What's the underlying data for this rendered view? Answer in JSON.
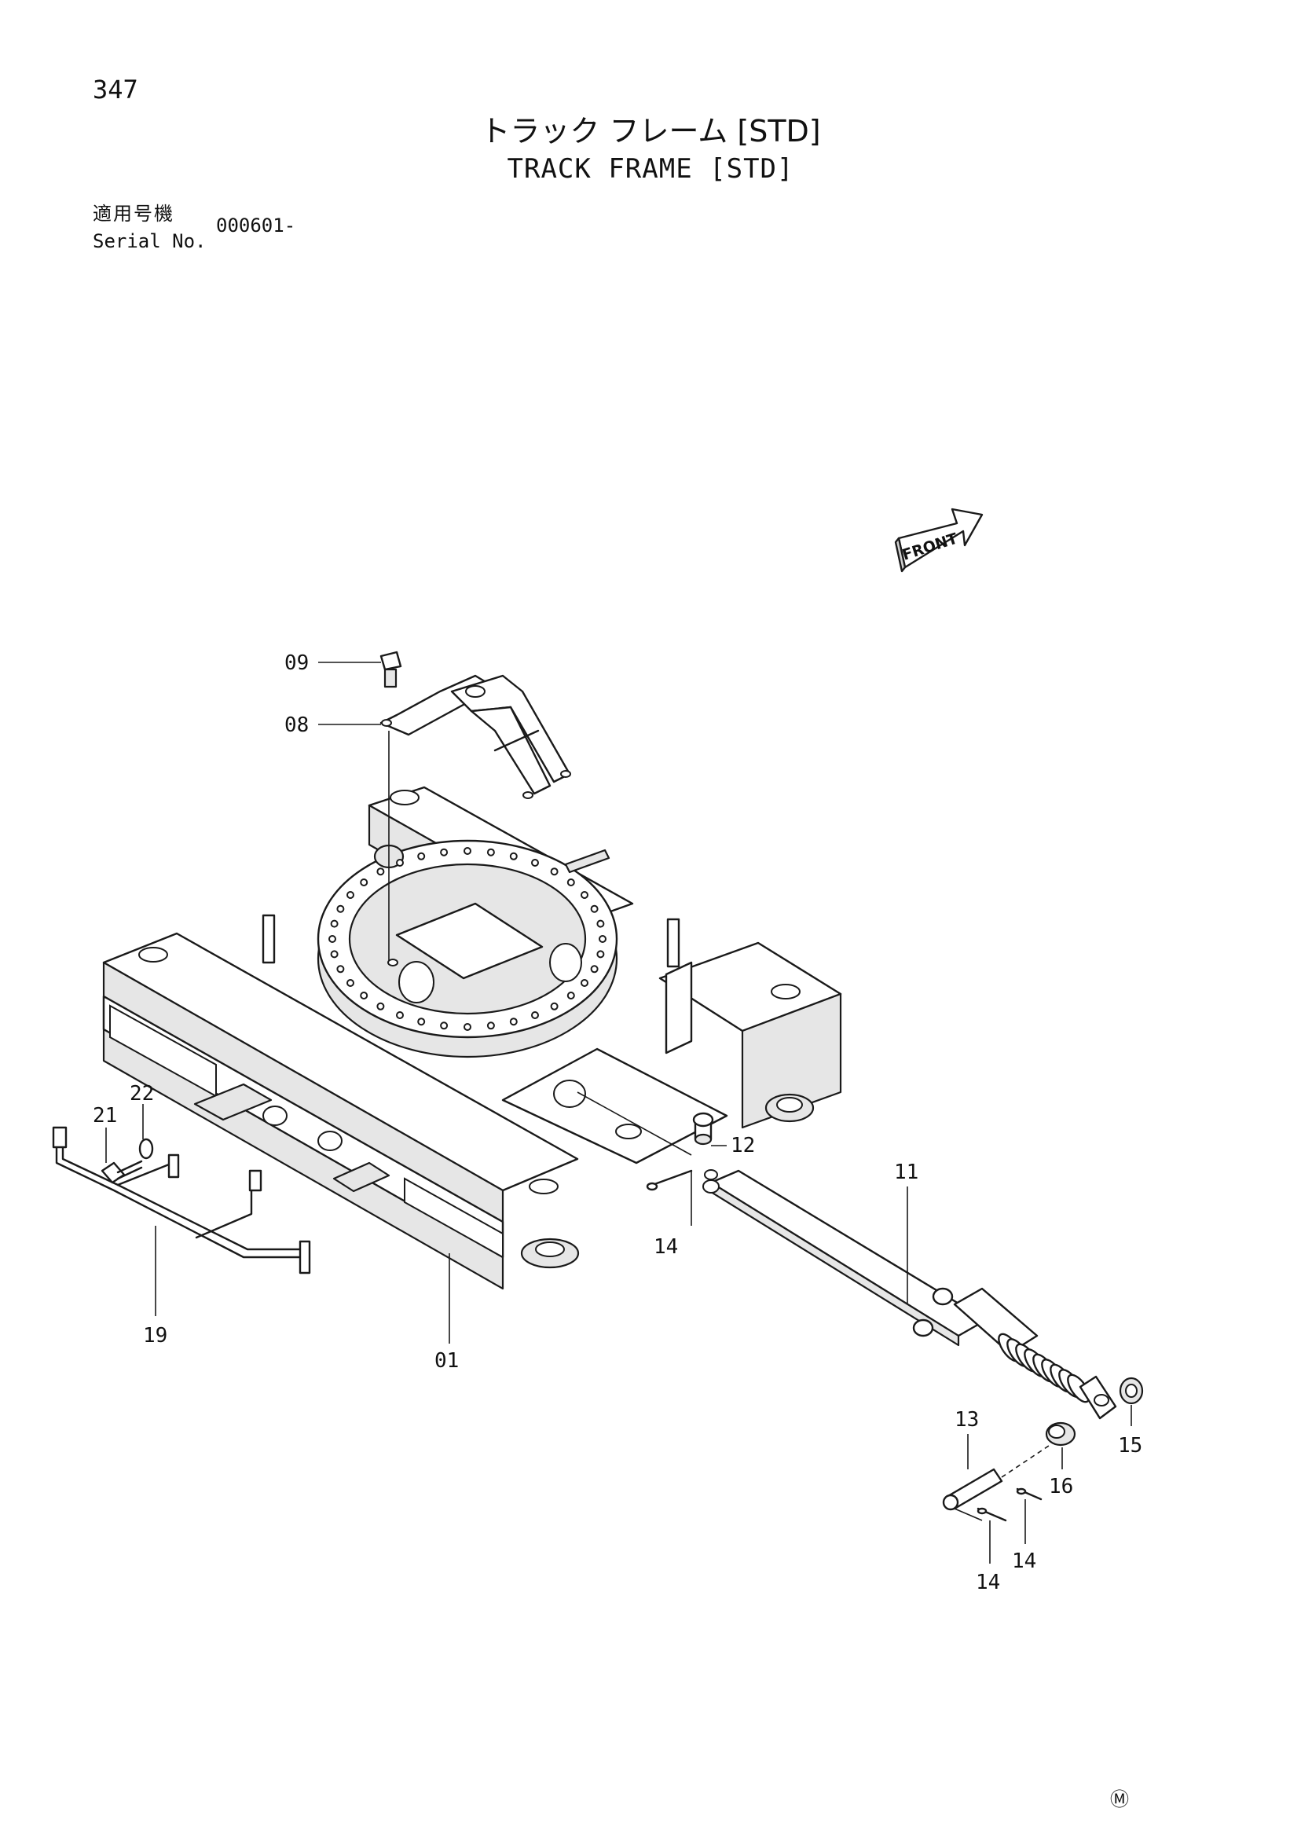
{
  "page": {
    "number": "347",
    "title_jp": "トラック フレーム [STD]",
    "title_en": "TRACK FRAME [STD]",
    "serial_label_jp": "適用号機",
    "serial_label_en": "Serial No.",
    "serial_value": "000601-",
    "mark": "Ⓜ"
  },
  "front_arrow": {
    "label": "FRONT"
  },
  "parts": [
    {
      "id": "01"
    },
    {
      "id": "08"
    },
    {
      "id": "09"
    },
    {
      "id": "11"
    },
    {
      "id": "12"
    },
    {
      "id": "13"
    },
    {
      "id": "14"
    },
    {
      "id": "15"
    },
    {
      "id": "16"
    },
    {
      "id": "19"
    },
    {
      "id": "21"
    },
    {
      "id": "22"
    }
  ],
  "callouts": {
    "c01": "01",
    "c08": "08",
    "c09": "09",
    "c11": "11",
    "c12": "12",
    "c13": "13",
    "c14a": "14",
    "c14b": "14",
    "c14c": "14",
    "c15": "15",
    "c16": "16",
    "c19": "19",
    "c21": "21",
    "c22": "22"
  }
}
